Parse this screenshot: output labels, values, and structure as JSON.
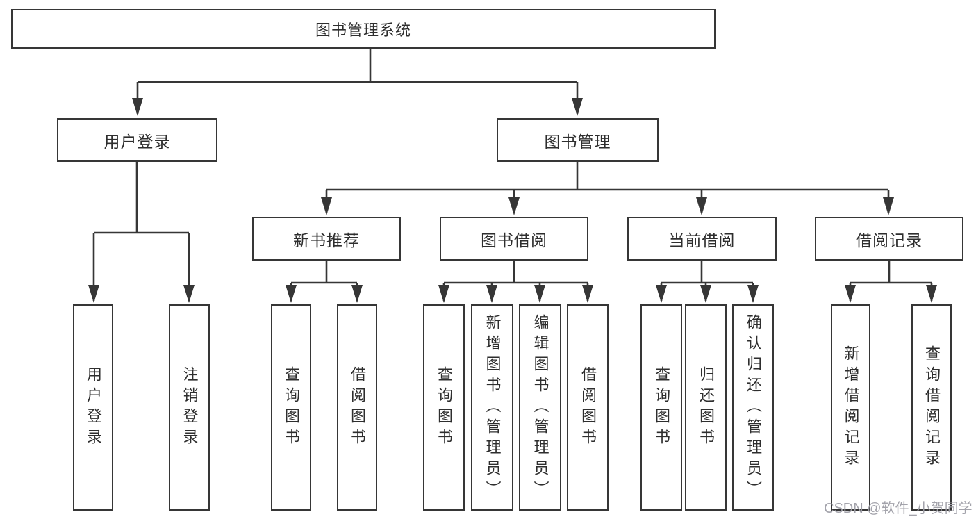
{
  "tree": {
    "root": {
      "label": "图书管理系统",
      "children": [
        {
          "label": "用户登录",
          "children": [
            {
              "label": "用户登录"
            },
            {
              "label": "注销登录"
            }
          ]
        },
        {
          "label": "图书管理",
          "children": [
            {
              "label": "新书推荐",
              "children": [
                {
                  "label": "查询图书"
                },
                {
                  "label": "借阅图书"
                }
              ]
            },
            {
              "label": "图书借阅",
              "children": [
                {
                  "label": "查询图书"
                },
                {
                  "label": "新增图书（管理员）"
                },
                {
                  "label": "编辑图书（管理员）"
                },
                {
                  "label": "借阅图书"
                }
              ]
            },
            {
              "label": "当前借阅",
              "children": [
                {
                  "label": "查询图书"
                },
                {
                  "label": "归还图书"
                },
                {
                  "label": "确认归还（管理员）"
                }
              ]
            },
            {
              "label": "借阅记录",
              "children": [
                {
                  "label": "新增借阅记录"
                },
                {
                  "label": "查询借阅记录"
                }
              ]
            }
          ]
        }
      ]
    }
  },
  "watermark": "CSDN @软件_小贺同学",
  "colors": {
    "line": "#363636",
    "text": "#2e2e2e",
    "watermark": "#9e9ea6",
    "background": "#ffffff"
  }
}
